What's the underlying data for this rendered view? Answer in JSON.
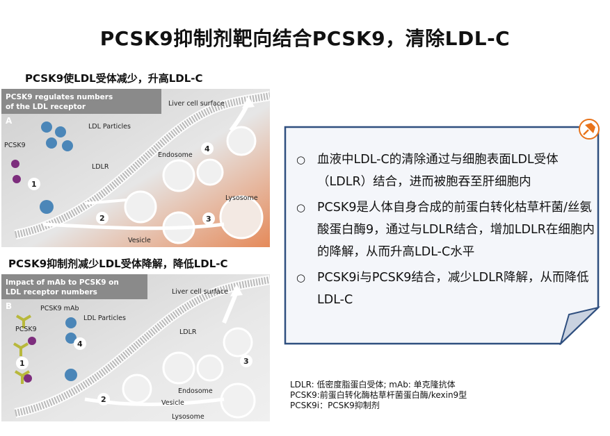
{
  "title": "PCSK9抑制剂靶向结合PCSK9，清除LDL-C",
  "panel_a": {
    "subtitle": "PCSK9使LDL受体减少，升高LDL-C",
    "heading_line1": "PCSK9 regulates numbers",
    "heading_line2": "of the LDL receptor",
    "letter": "A",
    "labels": {
      "liver": "Liver cell surface",
      "particles": "LDL Particles",
      "pcsk9": "PCSK9",
      "ldlr": "LDLR",
      "endosome": "Endosome",
      "lysosome": "Lysosome",
      "vesicle": "Vesicle"
    },
    "steps": [
      "1",
      "2",
      "3",
      "4"
    ]
  },
  "panel_b": {
    "subtitle": "PCSK9抑制剂减少LDL受体降解，降低LDL-C",
    "heading_line1": "Impact of mAb to PCSK9 on",
    "heading_line2": "LDL receptor numbers",
    "letter": "B",
    "labels": {
      "liver": "Liver cell surface",
      "mab": "PCSK9 mAb",
      "particles": "LDL Particles",
      "pcsk9": "PCSK9",
      "ldlr": "LDLR",
      "endosome": "Endosome",
      "lysosome": "Lysosome",
      "vesicle": "Vesicle"
    },
    "steps": [
      "1",
      "2",
      "3",
      "4"
    ]
  },
  "callout": {
    "bullets": [
      "血液中LDL-C的清除通过与细胞表面LDL受体（LDLR）结合，进而被胞吞至肝细胞内",
      "PCSK9是人体自身合成的前蛋白转化枯草杆菌/丝氨酸蛋白酶9，通过与LDLR结合，增加LDLR在细胞内的降解，从而升高LDL-C水平",
      "PCSK9i与PCSK9结合，减少LDLR降解，从而降低LDL-C"
    ],
    "bullet_marker": "○",
    "border_color": "#2f4f7f",
    "fill_color": "#f4f6fa",
    "pin_color": "#e8731a"
  },
  "footnotes": [
    "LDLR: 低密度脂蛋白受体; mAb: 单克隆抗体",
    "PCSK9:前蛋白转化酶枯草杆菌蛋白酶/kexin9型",
    "PCSK9i：PCSK9抑制剂"
  ]
}
